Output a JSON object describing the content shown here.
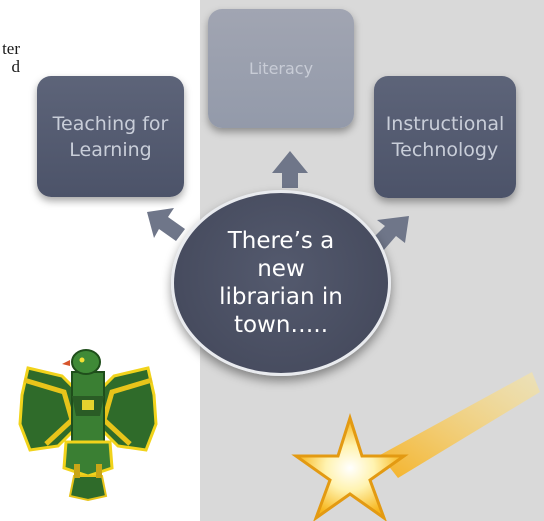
{
  "side_text": [
    "ter",
    "d"
  ],
  "boxes": {
    "teaching": "Teaching for Learning",
    "literacy": "Literacy",
    "technology": "Instructional Technology"
  },
  "center": {
    "text": "There’s a new librarian in town….."
  },
  "images": {
    "thunderbird": "thunderbird-logo",
    "star": "shooting-star"
  },
  "colors": {
    "box_dark": "#4f566c",
    "box_light": "#9aa0ae",
    "circle": "#4a4f62",
    "arrow": "#6f7689",
    "panel": "#d9d9d9"
  }
}
